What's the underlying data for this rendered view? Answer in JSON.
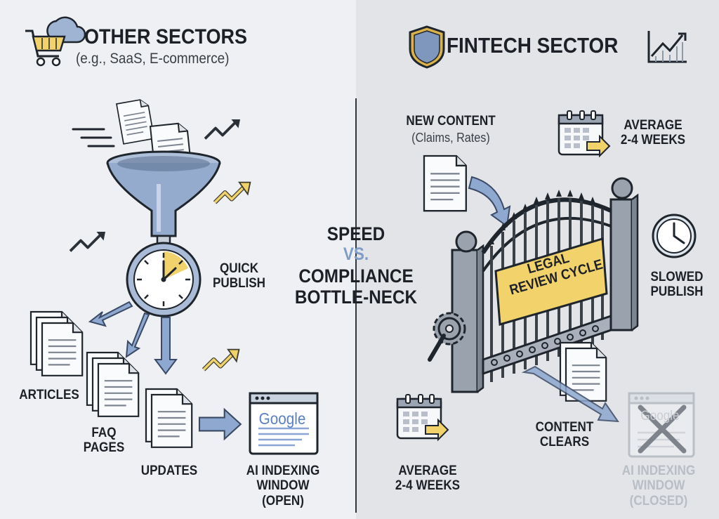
{
  "left_panel": {
    "title": "OTHER SECTORS",
    "subtitle": "(e.g., SaaS, E-commerce)",
    "quick_publish": [
      "QUICK",
      "PUBLISH"
    ],
    "articles": "ARTICLES",
    "faq_pages": [
      "FAQ",
      "PAGES"
    ],
    "updates": "UPDATES",
    "ai_window_open": [
      "AI INDEXING",
      "WINDOW",
      "(OPEN)"
    ],
    "google_logo": "Google"
  },
  "center": {
    "speed": "SPEED",
    "vs": "VS.",
    "compliance": [
      "COMPLIANCE",
      "BOTTLE-NECK"
    ]
  },
  "right_panel": {
    "title": "FINTECH SECTOR",
    "new_content": "NEW CONTENT",
    "new_content_sub": "(Claims, Rates)",
    "average_top": [
      "AVERAGE",
      "2-4 WEEKS"
    ],
    "legal_review": [
      "LEGAL",
      "REVIEW CYCLE"
    ],
    "slowed_publish": [
      "SLOWED",
      "PUBLISH"
    ],
    "content_clears": [
      "CONTENT",
      "CLEARS"
    ],
    "average_bottom": [
      "AVERAGE",
      "2-4 WEEKS"
    ],
    "ai_window_closed": [
      "AI INDEXING",
      "WINDOW",
      "(CLOSED)"
    ],
    "google_logo_faded": "Google"
  },
  "colors": {
    "text": "#1d2127",
    "accent_blue": "#7f9cc6",
    "accent_yellow": "#f2d26b",
    "gate_gray": "#8f97a3",
    "faded": "#b9bec6"
  },
  "icons": [
    "cart-icon",
    "cloud-icon",
    "shield-icon",
    "trend-chart-icon",
    "funnel-icon",
    "stopwatch-icon",
    "calendar-icon",
    "clock-icon",
    "gear-icon",
    "gate-icon",
    "document-icon",
    "arrow-icon",
    "browser-window-icon",
    "x-mark-icon"
  ]
}
